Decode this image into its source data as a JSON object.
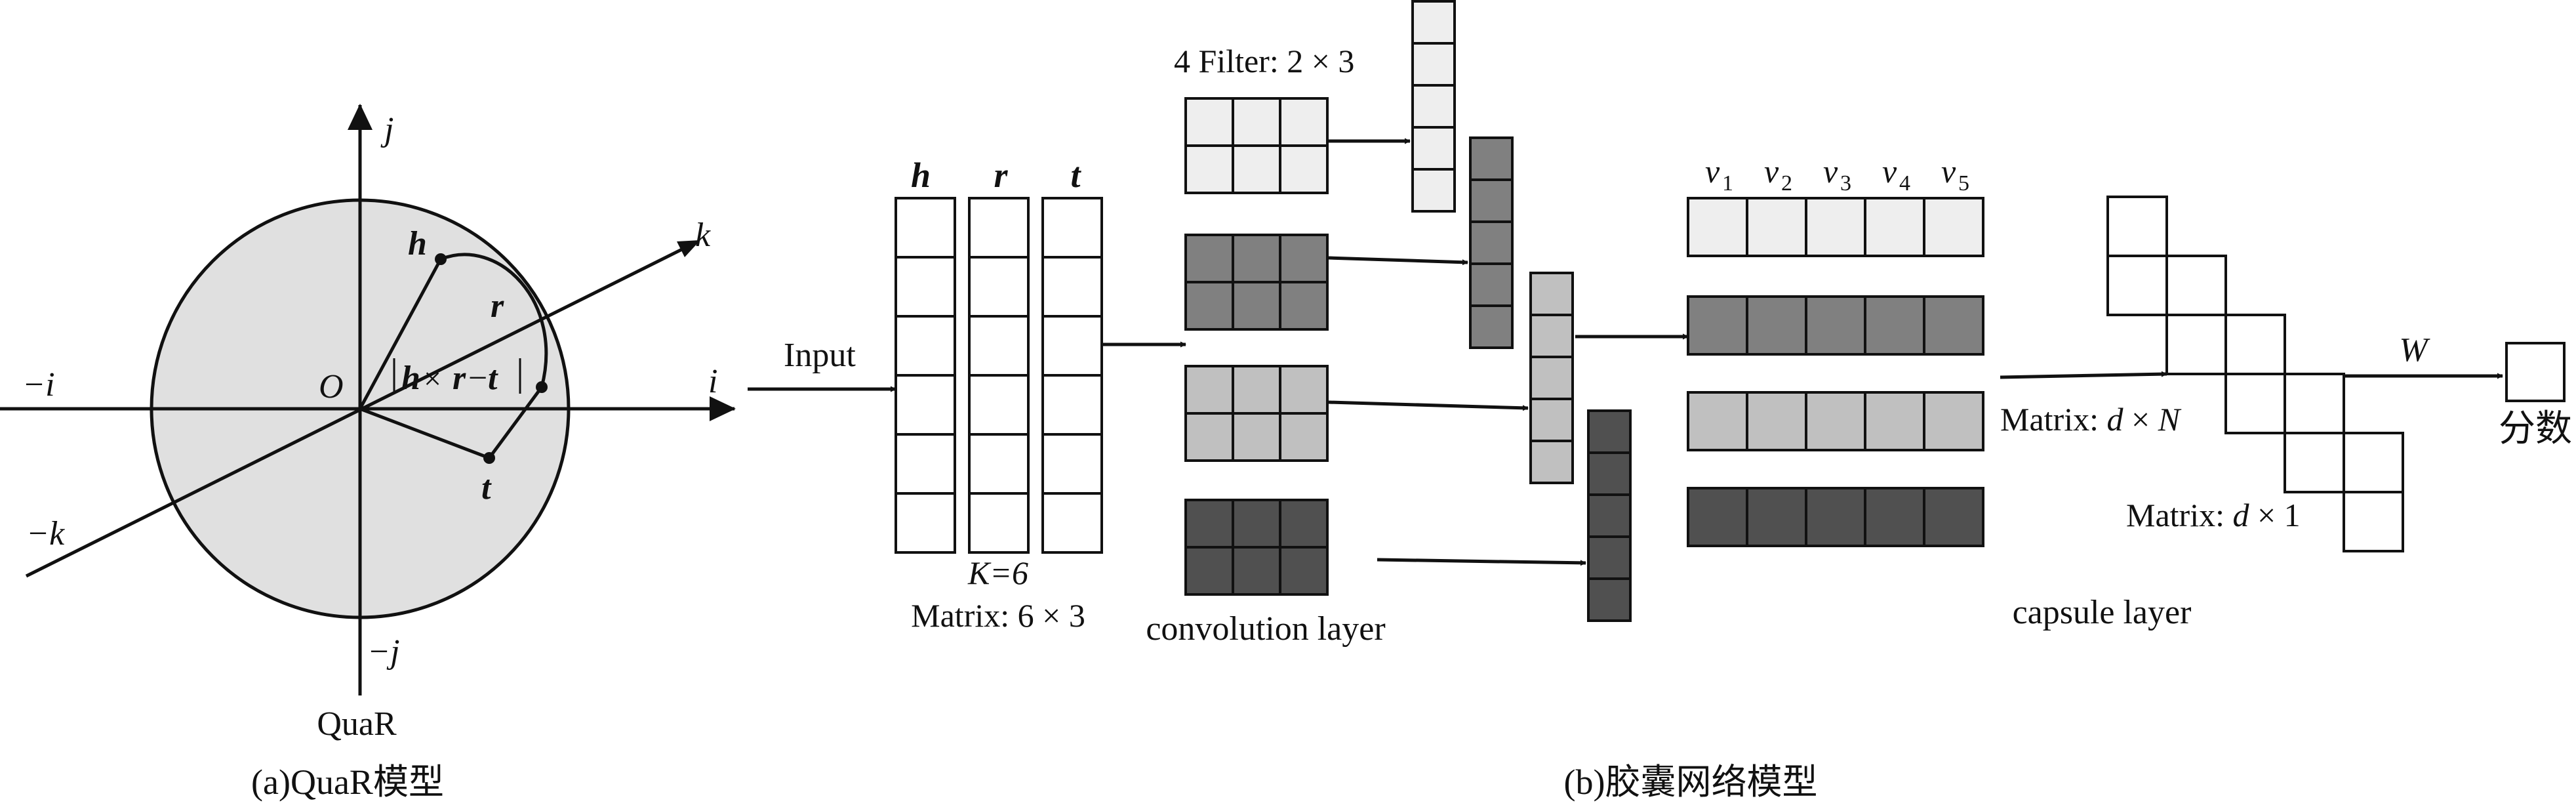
{
  "quar": {
    "axis_pos_j": "j",
    "axis_neg_j": "−j",
    "axis_pos_i": "i",
    "axis_neg_i": "−i",
    "axis_pos_k": "k",
    "axis_neg_k": "−k",
    "origin": "O",
    "point_h": "h",
    "point_t": "t",
    "arc_r": "r",
    "expr_h": "h",
    "expr_times": "×",
    "expr_r": "r",
    "expr_minus": "−",
    "expr_t": "t",
    "model_name": "QuaR",
    "caption": "(a)QuaR模型"
  },
  "capsule": {
    "input_label": "Input",
    "col_h": "h",
    "col_r": "r",
    "col_t": "t",
    "k_label": "K=6",
    "matrix_label": "Matrix: 6 × 3",
    "filter_label": "4 Filter: 2 × 3",
    "conv_label": "convolution layer",
    "v_letters": [
      "v",
      "v",
      "v",
      "v",
      "v"
    ],
    "v_subs": [
      "1",
      "2",
      "3",
      "4",
      "5"
    ],
    "capsule_label": "capsule layer",
    "matrix_dn_prefix": "Matrix: ",
    "matrix_dn_d": "d",
    "matrix_dn_x": " × ",
    "matrix_dn_n": "N",
    "matrix_d1_prefix": "Matrix: ",
    "matrix_d1_d": "d",
    "matrix_d1_x": " × 1",
    "w_label": "W",
    "score_label": "分数",
    "caption": "(b)胶囊网络模型"
  },
  "colors": {
    "circle_fill": "#e0e0e0",
    "filter_1": "#eeeeee",
    "filter_2": "#808080",
    "filter_3": "#c0c0c0",
    "filter_4": "#505050",
    "stroke": "#111111"
  }
}
